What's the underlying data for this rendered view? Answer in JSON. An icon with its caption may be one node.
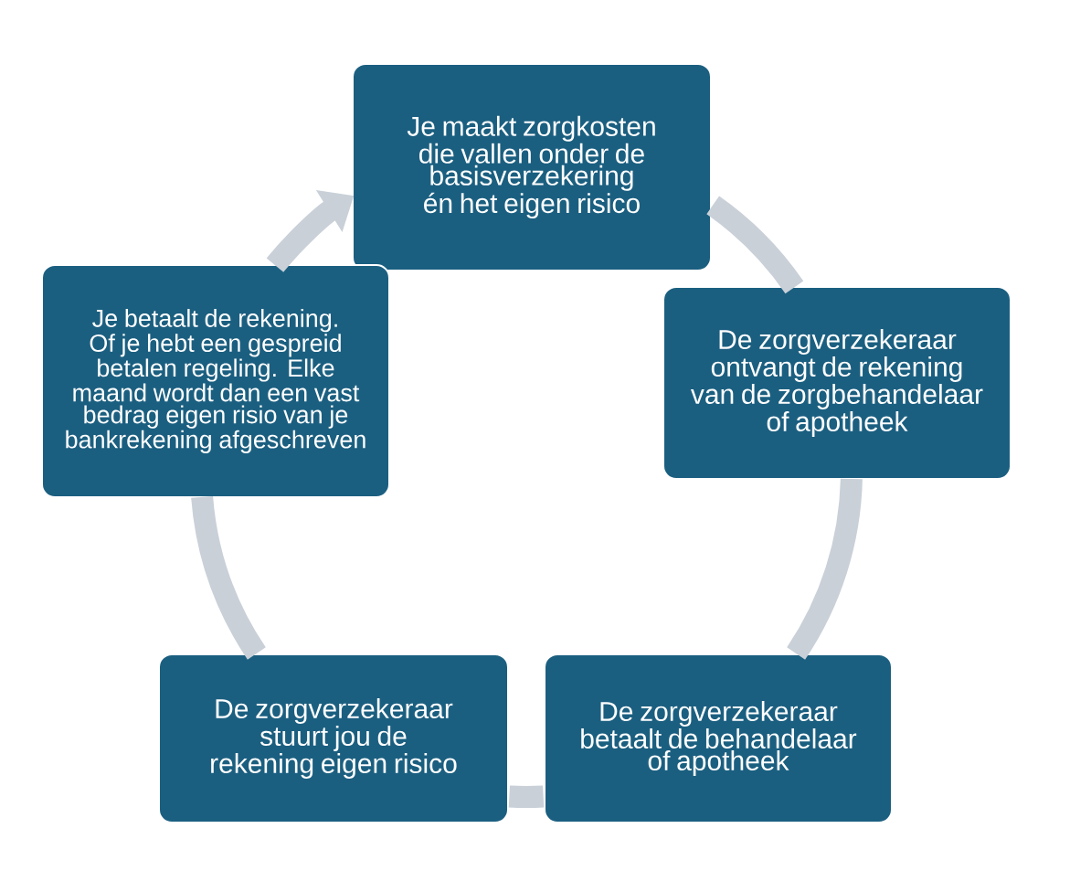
{
  "diagram": {
    "nodes": [
      {
        "text": [
          "Je maakt zorgkosten die vallen onder de basisverzekering én het eigen risico"
        ]
      },
      {
        "text": [
          "De zorgverzekeraar ontvangt de rekening van de zorgbehandelaar of apotheek"
        ]
      },
      {
        "text": [
          "De zorgverzekeraar betaalt de behandelaar of apotheek"
        ]
      },
      {
        "text": [
          "De zorgverzekeraar stuurt jou de rekening eigen risico"
        ]
      },
      {
        "text": [
          "Je betaalt de rekening. Of je hebt een gespreid betalen regeling. Elke maand wordt dan een vast bedrag eigen risio van je bankrekening afgeschreven"
        ]
      }
    ],
    "edges": [
      {
        "from": 0,
        "to": 1,
        "arrow": "none"
      },
      {
        "from": 1,
        "to": 2,
        "arrow": "none"
      },
      {
        "from": 2,
        "to": 3,
        "arrow": "none"
      },
      {
        "from": 3,
        "to": 4,
        "arrow": "none"
      },
      {
        "from": 4,
        "to": 0,
        "arrow": "to"
      }
    ]
  }
}
